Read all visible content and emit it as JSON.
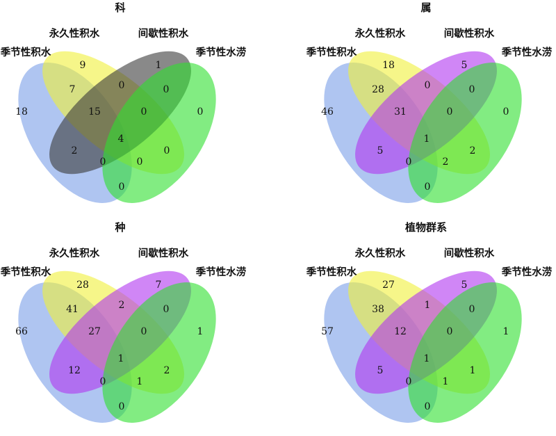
{
  "chart_data": [
    {
      "type": "venn",
      "title": "科",
      "sets": [
        "季节性积水",
        "永久性积水",
        "间歇性积水",
        "季节性水涝"
      ],
      "colors": [
        "#7a9ee8",
        "#f0f03a",
        "#3a3a3a",
        "#2ee02e"
      ],
      "regions": {
        "A": 18,
        "B": 9,
        "C": 1,
        "D": 0,
        "AB": 7,
        "BC": 0,
        "CD": 0,
        "AC": 2,
        "BD": 0,
        "AD": 0,
        "ABC": 15,
        "BCD": 0,
        "ACD": 0,
        "ABD": 0,
        "ABCD": 4
      }
    },
    {
      "type": "venn",
      "title": "属",
      "sets": [
        "季节性积水",
        "永久性积水",
        "间歇性积水",
        "季节性水涝"
      ],
      "colors": [
        "#7a9ee8",
        "#f0f03a",
        "#b036f0",
        "#2ee02e"
      ],
      "regions": {
        "A": 46,
        "B": 18,
        "C": 5,
        "D": 0,
        "AB": 28,
        "BC": 0,
        "CD": 0,
        "AC": 5,
        "BD": 2,
        "AD": 0,
        "ABC": 31,
        "BCD": 0,
        "ACD": 0,
        "ABD": 2,
        "ABCD": 1
      }
    },
    {
      "type": "venn",
      "title": "种",
      "sets": [
        "季节性积水",
        "永久性积水",
        "间歇性积水",
        "季节性水涝"
      ],
      "colors": [
        "#7a9ee8",
        "#f0f03a",
        "#b036f0",
        "#2ee02e"
      ],
      "regions": {
        "A": 66,
        "B": 28,
        "C": 7,
        "D": 1,
        "AB": 41,
        "BC": 2,
        "CD": 0,
        "AC": 12,
        "BD": 2,
        "AD": 0,
        "ABC": 27,
        "BCD": 0,
        "ACD": 0,
        "ABD": 1,
        "ABCD": 1
      }
    },
    {
      "type": "venn",
      "title": "植物群系",
      "sets": [
        "季节性积水",
        "永久性积水",
        "间歇性积水",
        "季节性水涝"
      ],
      "colors": [
        "#7a9ee8",
        "#f0f03a",
        "#b036f0",
        "#2ee02e"
      ],
      "regions": {
        "A": 57,
        "B": 27,
        "C": 5,
        "D": 1,
        "AB": 38,
        "BC": 1,
        "CD": 0,
        "AC": 5,
        "BD": 1,
        "AD": 0,
        "ABC": 12,
        "BCD": 0,
        "ACD": 0,
        "ABD": 1,
        "ABCD": 1
      }
    }
  ]
}
